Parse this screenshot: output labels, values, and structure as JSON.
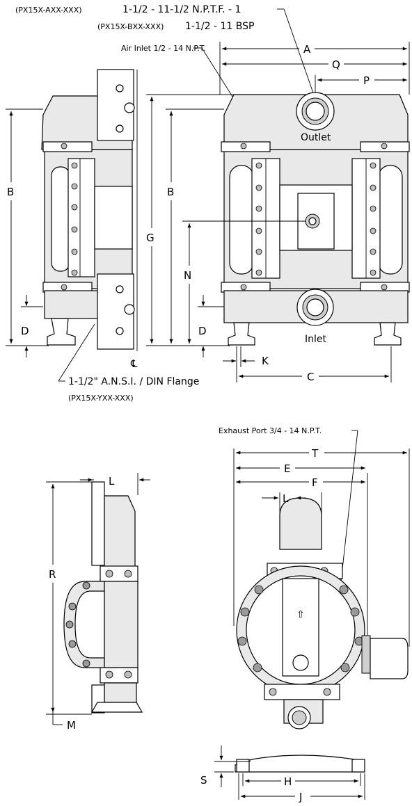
{
  "notes": {
    "outlet_npt_model": "(PX15X-AXX-XXX)",
    "outlet_npt_spec": "1-1/2 - 11-1/2 N.P.T.F. - 1",
    "outlet_bsp_model": "(PX15X-BXX-XXX)",
    "outlet_bsp_spec": "1-1/2 - 11 BSP",
    "air_inlet": "Air Inlet 1/2 - 14 N.P.T.",
    "outlet": "Outlet",
    "inlet": "Inlet",
    "flange": "1-1/2\" A.N.S.I. / DIN Flange",
    "flange_model": "(PX15X-YXX-XXX)",
    "exhaust": "Exhaust Port 3/4 - 14 N.P.T.",
    "centerline": "℄"
  },
  "dimensions": {
    "A": "A",
    "Q": "Q",
    "P": "P",
    "B_left": "B",
    "D_left": "D",
    "G": "G",
    "B": "B",
    "N": "N",
    "D": "D",
    "K": "K",
    "C": "C",
    "L_side": "L",
    "R": "R",
    "M": "M",
    "T": "T",
    "E": "E",
    "F": "F",
    "L_end": "L",
    "S": "S",
    "H": "H",
    "J": "J"
  }
}
